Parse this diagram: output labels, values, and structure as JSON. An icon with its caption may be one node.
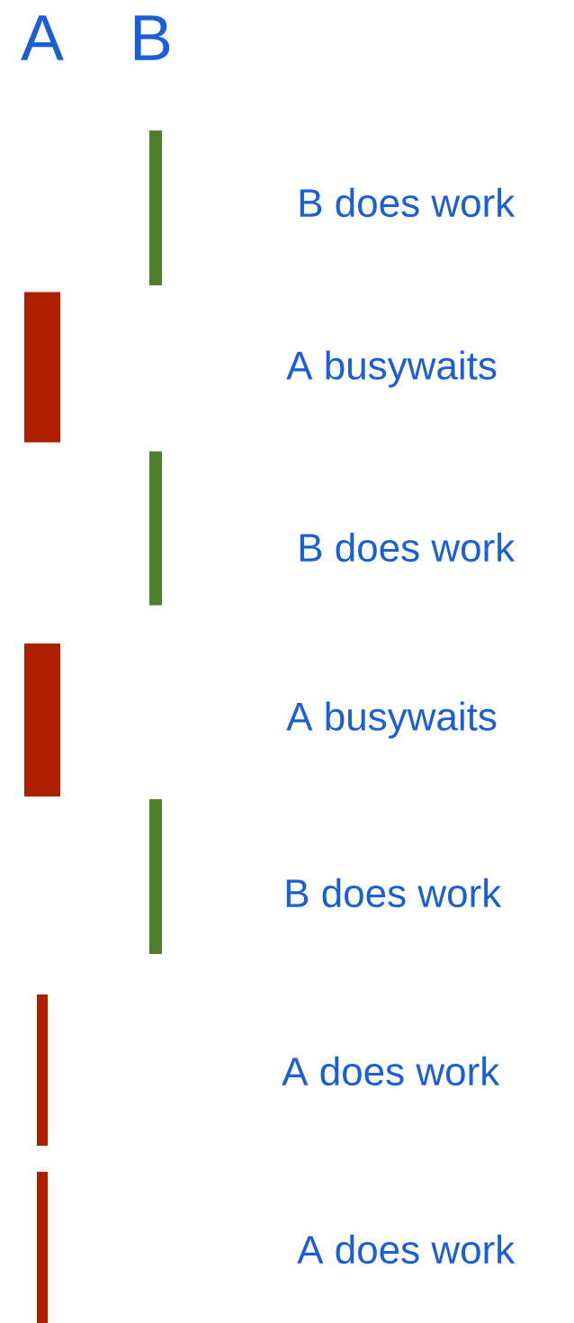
{
  "diagram": {
    "nodes": [
      {
        "text": [],
        "shape": "bar"
      },
      {
        "text": [],
        "shape": "bar"
      },
      {
        "text": [],
        "shape": "bar"
      },
      {
        "text": [],
        "shape": "bar"
      },
      {
        "text": [],
        "shape": "bar"
      },
      {
        "text": [],
        "shape": "bar"
      },
      {
        "text": [],
        "shape": "bar"
      }
    ],
    "labels": [
      "A",
      "B",
      "B does work",
      "A busywaits",
      "B does work",
      "A busywaits",
      "B does work",
      "A does work",
      "A does work"
    ]
  }
}
